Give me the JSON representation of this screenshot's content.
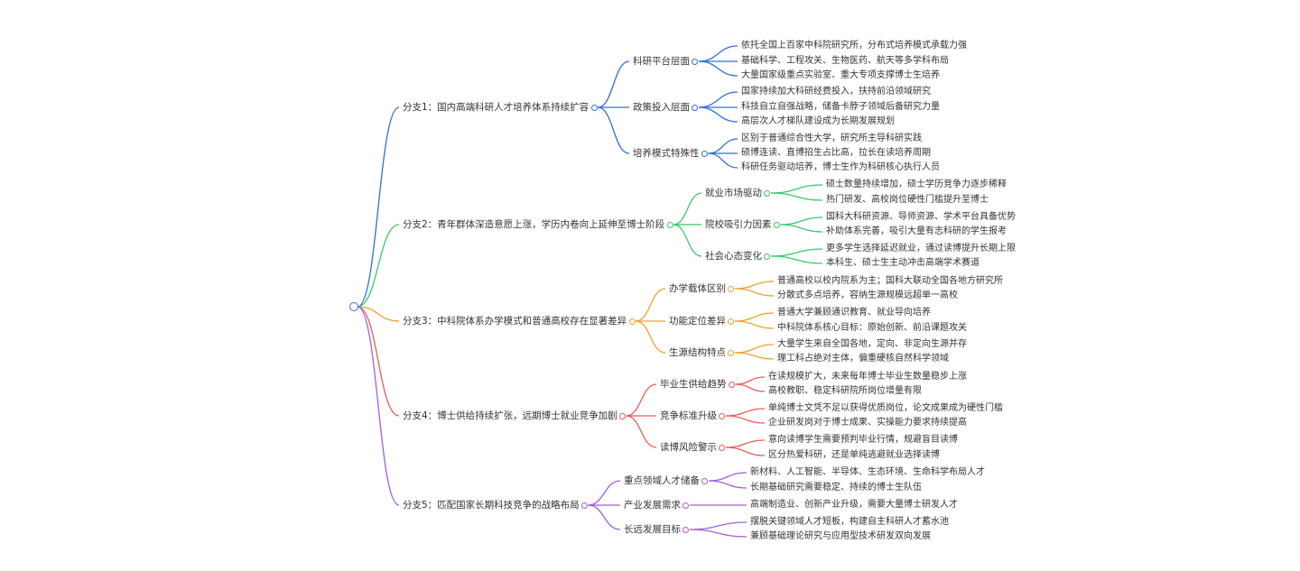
{
  "colors": {
    "root": "#3b6fd9",
    "branches": [
      "#2f6fe0",
      "#38c86a",
      "#f2a02b",
      "#ee5a5a",
      "#a05fe0"
    ]
  },
  "branches": [
    {
      "label": "分支1：国内高端科研人才培养体系持续扩容",
      "children": [
        {
          "label": "科研平台层面",
          "items": [
            "依托全国上百家中科院研究所，分布式培养模式承载力强",
            "基础科学、工程攻关、生物医药、航天等多学科布局",
            "大量国家级重点实验室、重大专项支撑博士生培养"
          ]
        },
        {
          "label": "政策投入层面",
          "items": [
            "国家持续加大科研经费投入，扶持前沿领域研究",
            "科技自立自强战略，储备卡脖子领域后备研究力量",
            "高层次人才梯队建设成为长期发展规划"
          ]
        },
        {
          "label": "培养模式特殊性",
          "items": [
            "区别于普通综合性大学，研究所主导科研实践",
            "硕博连读、直博招生占比高，拉长在读培养周期",
            "科研任务驱动培养，博士生作为科研核心执行人员"
          ]
        }
      ]
    },
    {
      "label": "分支2：青年群体深造意愿上涨，学历内卷向上延伸至博士阶段",
      "children": [
        {
          "label": "就业市场驱动",
          "items": [
            "硕士数量持续增加，硕士学历竞争力逐步稀释",
            "热门研发、高校岗位硬性门槛提升至博士"
          ]
        },
        {
          "label": "院校吸引力因素",
          "items": [
            "国科大科研资源、导师资源、学术平台具备优势",
            "补助体系完善，吸引大量有志科研的学生报考"
          ]
        },
        {
          "label": "社会心态变化",
          "items": [
            "更多学生选择延迟就业，通过读博提升长期上限",
            "本科生、硕士生主动冲击高端学术赛道"
          ]
        }
      ]
    },
    {
      "label": "分支3：中科院体系办学模式和普通高校存在显著差异",
      "children": [
        {
          "label": "办学载体区别",
          "items": [
            "普通高校以校内院系为主；国科大联动全国各地方研究所",
            "分散式多点培养，容纳生源规模远超单一高校"
          ]
        },
        {
          "label": "功能定位差异",
          "items": [
            "普通大学兼顾通识教育、就业导向培养",
            "中科院体系核心目标：原始创新、前沿课题攻关"
          ]
        },
        {
          "label": "生源结构特点",
          "items": [
            "大量学生来自全国各地，定向、非定向生源并存",
            "理工科占绝对主体，偏重硬核自然科学领域"
          ]
        }
      ]
    },
    {
      "label": "分支4：博士供给持续扩张，远期博士就业竞争加剧",
      "children": [
        {
          "label": "毕业生供给趋势",
          "items": [
            "在读规模扩大，未来每年博士毕业生数量稳步上涨",
            "高校教职、稳定科研院所岗位增量有限"
          ]
        },
        {
          "label": "竞争标准升级",
          "items": [
            "单纯博士文凭不足以获得优质岗位，论文成果成为硬性门槛",
            "企业研发岗对于博士成果、实操能力要求持续提高"
          ]
        },
        {
          "label": "读博风险警示",
          "items": [
            "意向读博学生需要预判毕业行情，规避盲目读博",
            "区分热爱科研，还是单纯逃避就业选择读博"
          ]
        }
      ]
    },
    {
      "label": "分支5：匹配国家长期科技竞争的战略布局",
      "children": [
        {
          "label": "重点领域人才储备",
          "items": [
            "新材料、人工智能、半导体、生态环境、生命科学布局人才",
            "长期基础研究需要稳定、持续的博士生队伍"
          ]
        },
        {
          "label": "产业发展需求",
          "items": [
            "高端制造业、创新产业升级，需要大量博士研发人才"
          ]
        },
        {
          "label": "长远发展目标",
          "items": [
            "摆脱关键领域人才短板，构建自主科研人才蓄水池",
            "兼顾基础理论研究与应用型技术研发双向发展"
          ]
        }
      ]
    }
  ]
}
